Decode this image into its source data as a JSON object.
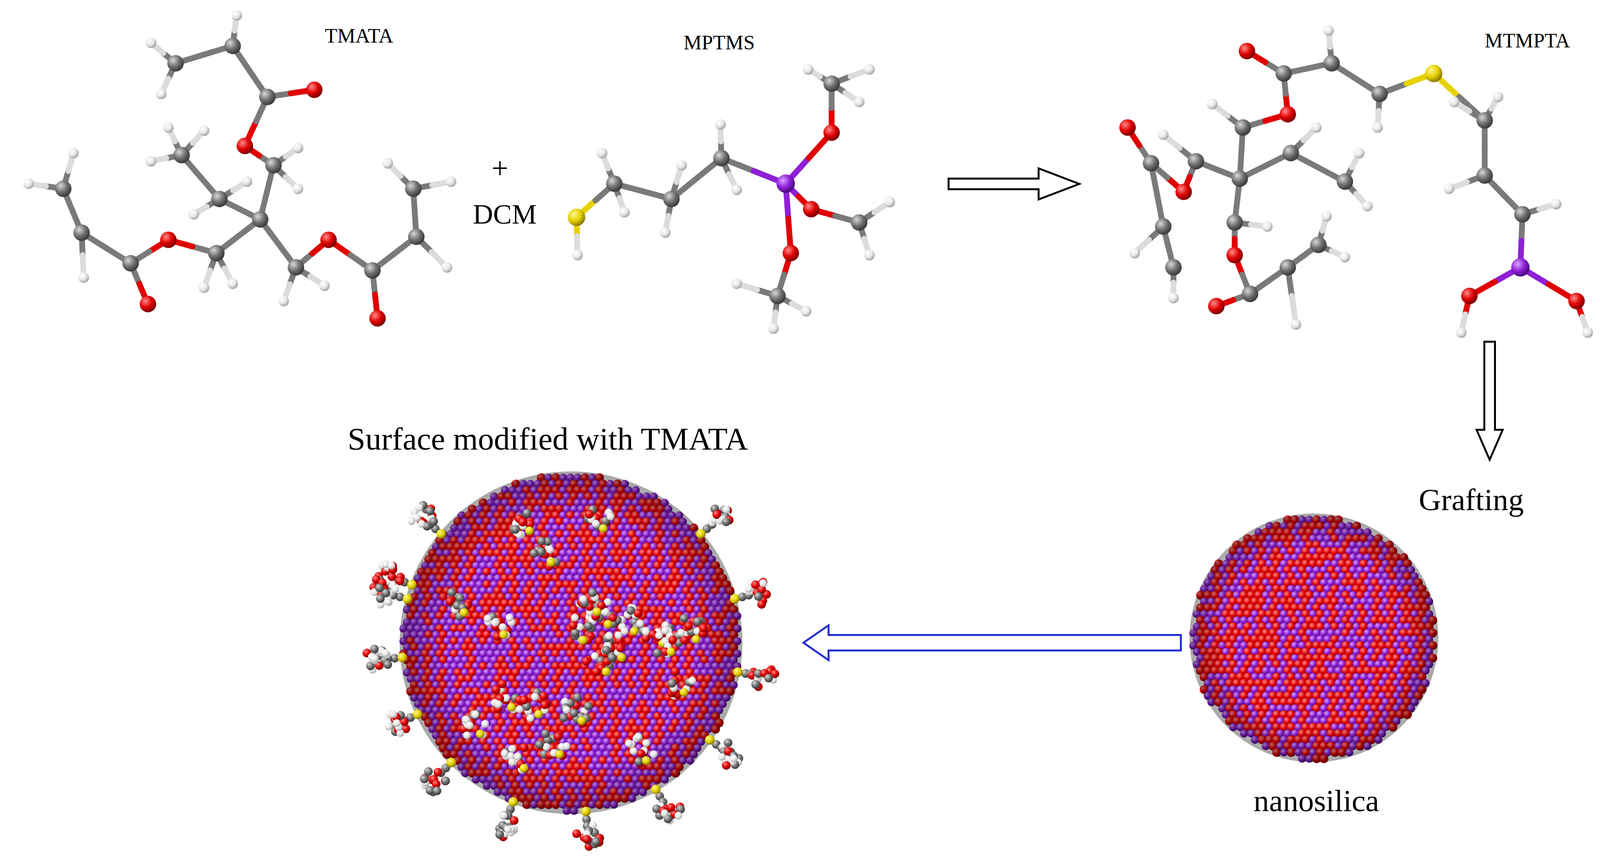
{
  "diagram": {
    "nodes": [
      {
        "text": [
          "TMATA"
        ]
      },
      {
        "text": [
          "MPTMS"
        ]
      },
      {
        "text": [
          "MTMPTA"
        ]
      },
      {
        "text": [
          "Surface modified with TMATA"
        ]
      },
      {
        "text": [
          "nanosilica"
        ]
      }
    ],
    "edges": [
      {
        "from": 1,
        "to": 2,
        "arrow": "to"
      },
      {
        "from": 2,
        "to": 4,
        "label": "Grafting",
        "arrow": "to"
      },
      {
        "from": 4,
        "to": 3,
        "arrow": "to"
      }
    ],
    "labels": [
      "+",
      "DCM"
    ]
  }
}
